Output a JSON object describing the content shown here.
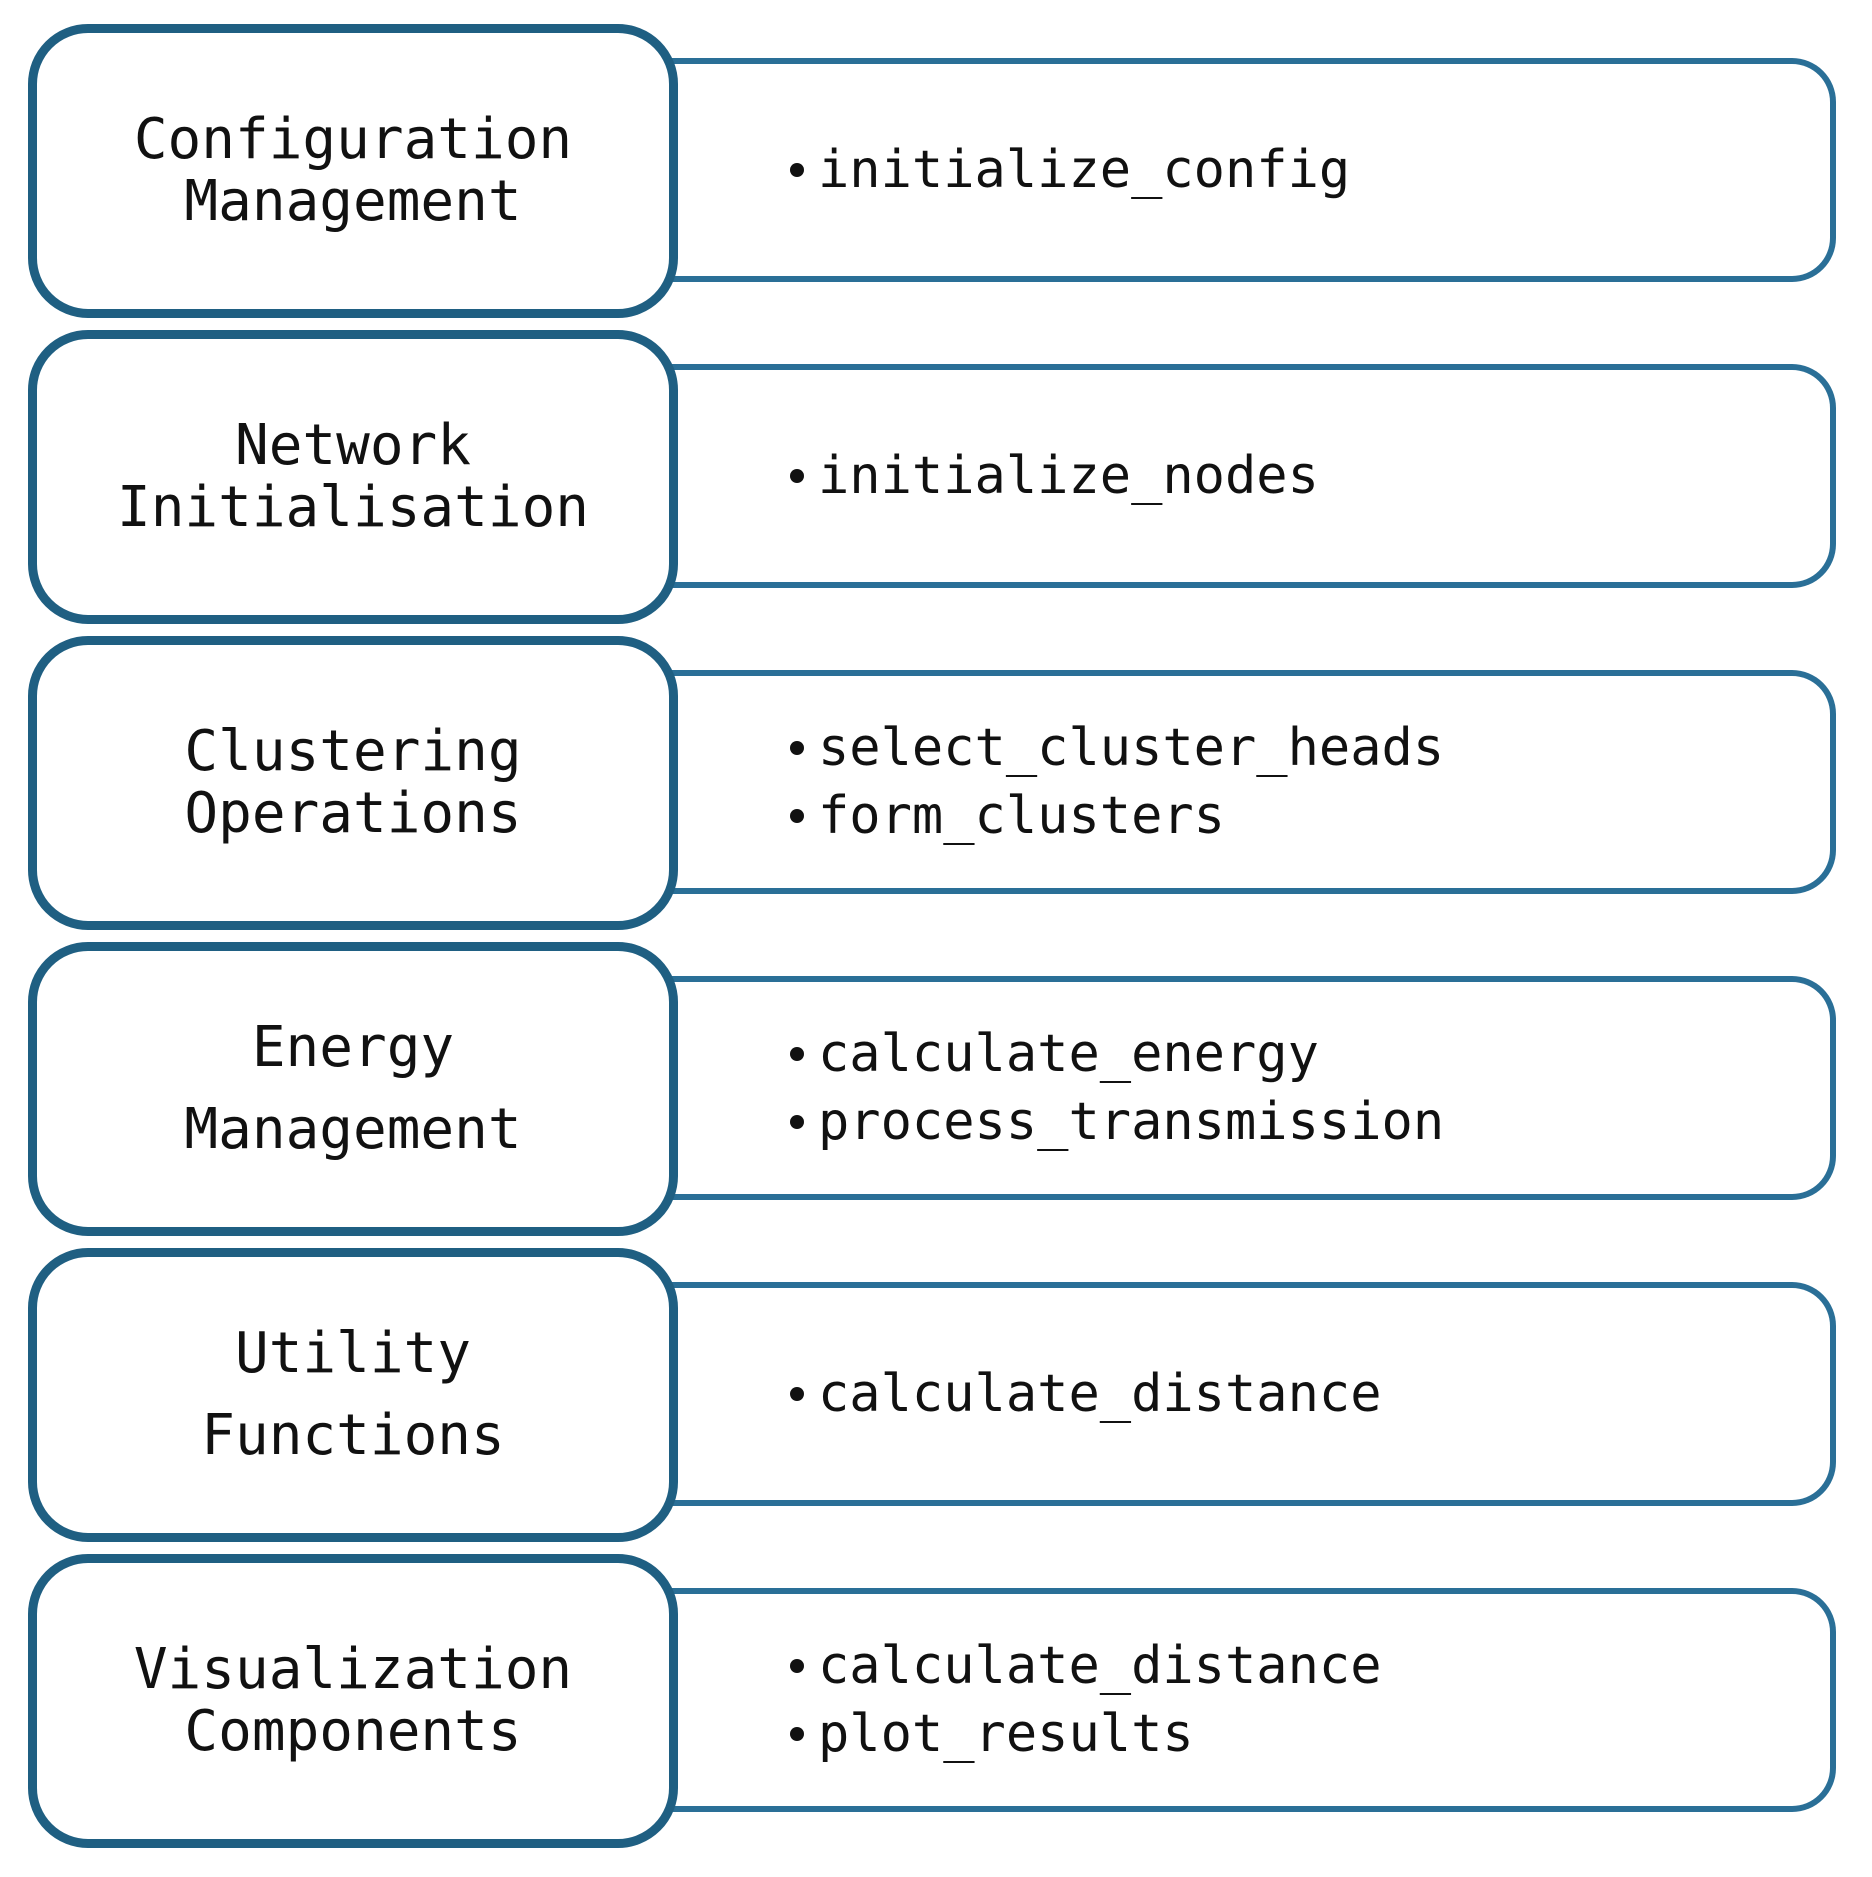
{
  "modules": [
    {
      "title_lines": [
        "Configuration",
        "Management"
      ],
      "functions": [
        "initialize_config"
      ]
    },
    {
      "title_lines": [
        "Network",
        "Initialisation"
      ],
      "functions": [
        "initialize_nodes"
      ]
    },
    {
      "title_lines": [
        "Clustering",
        "Operations"
      ],
      "functions": [
        "select_cluster_heads",
        "form_clusters"
      ]
    },
    {
      "title_lines": [
        "Energy",
        "Management"
      ],
      "functions": [
        "calculate_energy",
        "process_transmission"
      ]
    },
    {
      "title_lines": [
        "Utility",
        "Functions"
      ],
      "functions": [
        "calculate_distance"
      ]
    },
    {
      "title_lines": [
        "Visualization",
        "Components"
      ],
      "functions": [
        "calculate_distance",
        "plot_results"
      ]
    }
  ],
  "colors": {
    "label_border": "#1f5f82",
    "detail_border": "#2a6f97",
    "text": "#111111"
  }
}
